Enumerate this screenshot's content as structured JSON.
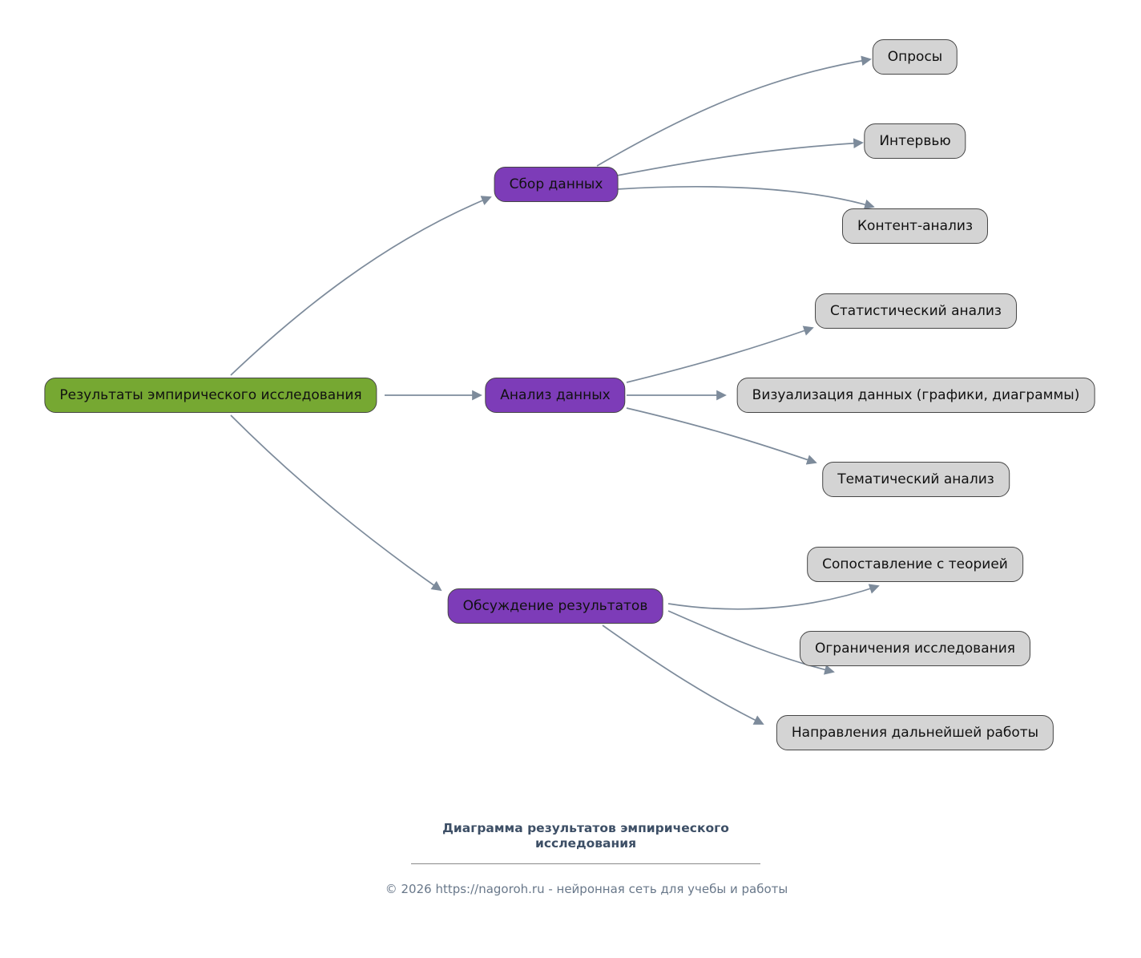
{
  "diagram": {
    "root": {
      "label": "Результаты эмпирического исследования"
    },
    "branches": [
      {
        "label": "Сбор данных",
        "children": [
          {
            "label": "Опросы"
          },
          {
            "label": "Интервью"
          },
          {
            "label": "Контент-анализ"
          }
        ]
      },
      {
        "label": "Анализ данных",
        "children": [
          {
            "label": "Статистический анализ"
          },
          {
            "label": "Визуализация данных (графики, диаграммы)"
          },
          {
            "label": "Тематический анализ"
          }
        ]
      },
      {
        "label": "Обсуждение результатов",
        "children": [
          {
            "label": "Сопоставление с теорией"
          },
          {
            "label": "Ограничения исследования"
          },
          {
            "label": "Направления дальнейшей работы"
          }
        ]
      }
    ],
    "colors": {
      "root_fill": "#76a832",
      "branch_fill": "#7d3cb8",
      "leaf_fill": "#d4d4d4",
      "node_border": "#464646",
      "edge": "#7d8b9b"
    }
  },
  "footer": {
    "title": "Диаграмма результатов эмпирического исследования",
    "copyright": "© 2026 https://nagoroh.ru - нейронная сеть для учебы и работы"
  }
}
